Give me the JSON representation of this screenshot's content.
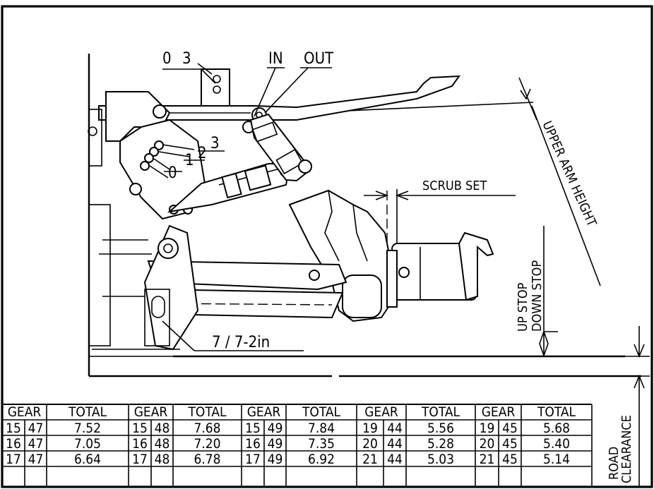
{
  "labels": {
    "hole_0": "0",
    "hole_3": "3",
    "inner": "IN",
    "outer": "OUT",
    "pos_0": "0",
    "pos_1": "1",
    "pos_2": "2",
    "pos_3": "3",
    "scrub_set": "SCRUB SET",
    "upper_arm_height": "UPPER ARM HEIGHT",
    "up_stop": "UP STOP",
    "down_stop": "DOWN STOP",
    "angle": "7 / 7-2in",
    "road_clearance_1": "ROAD",
    "road_clearance_2": "CLEARANCE"
  },
  "table": {
    "headers": [
      "GEAR",
      "TOTAL",
      "GEAR",
      "TOTAL",
      "GEAR",
      "TOTAL",
      "GEAR",
      "TOTAL",
      "GEAR",
      "TOTAL"
    ],
    "rows": [
      [
        "15",
        "47",
        "7.52",
        "15",
        "48",
        "7.68",
        "15",
        "49",
        "7.84",
        "19",
        "44",
        "5.56",
        "19",
        "45",
        "5.68"
      ],
      [
        "16",
        "47",
        "7.05",
        "16",
        "48",
        "7.20",
        "16",
        "49",
        "7.35",
        "20",
        "44",
        "5.28",
        "20",
        "45",
        "5.40"
      ],
      [
        "17",
        "47",
        "6.64",
        "17",
        "48",
        "6.78",
        "17",
        "49",
        "6.92",
        "21",
        "44",
        "5.03",
        "21",
        "45",
        "5.14"
      ]
    ]
  }
}
